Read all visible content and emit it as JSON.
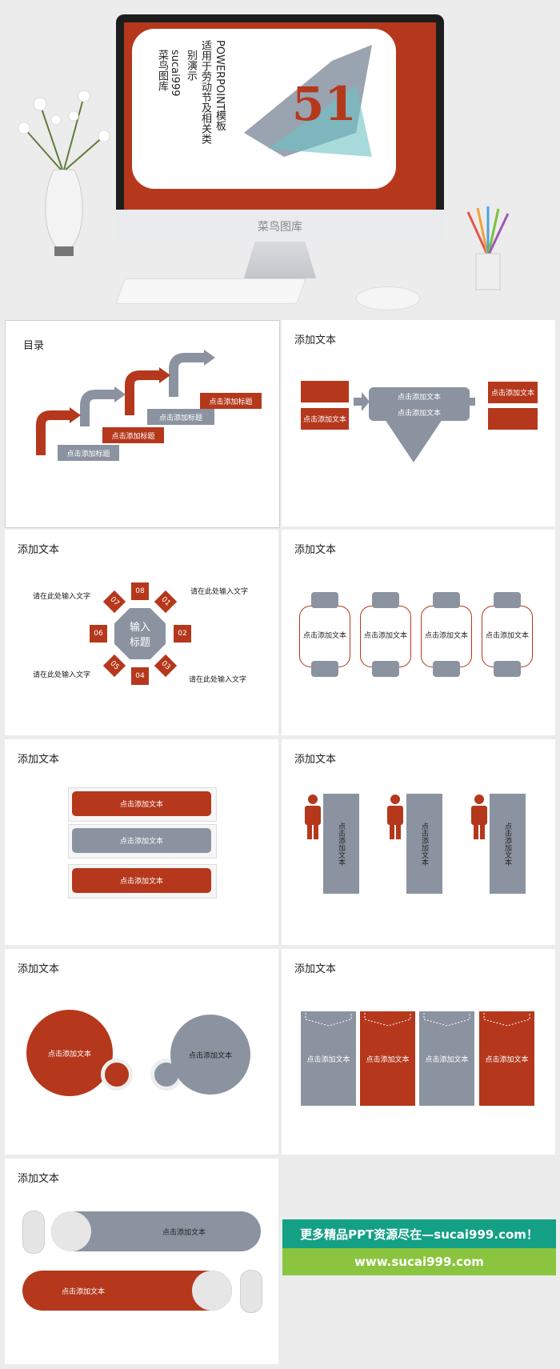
{
  "header": {
    "poster_title": "POWERPOINT模板",
    "poster_subtitle": "适用于劳动节及相关类",
    "poster_line3": "别演示",
    "poster_line4": "sucai999",
    "poster_line5": "菜鸟图库",
    "poster_number": "51",
    "monitor_brand": "菜鸟图库"
  },
  "watermark": "菜鸟图库",
  "slides": {
    "toc": {
      "title": "目录",
      "items": [
        "点击添加标题",
        "点击添加标题",
        "点击添加标题",
        "点击添加标题"
      ]
    },
    "s2": {
      "title": "添加文本",
      "left": [
        "",
        "点击添加文本"
      ],
      "center": [
        "点击添加文本",
        "点击添加文本"
      ],
      "right": [
        "点击添加文本",
        ""
      ]
    },
    "s3": {
      "title": "添加文本",
      "center": "输入\n标题",
      "numbers": [
        "08",
        "01",
        "02",
        "03",
        "04",
        "05",
        "06",
        "07"
      ],
      "notes": [
        "请在此处输入文字",
        "请在此处输入文字",
        "请在此处输入文字",
        "请在此处输入文字"
      ]
    },
    "s4": {
      "title": "添加文本",
      "items": [
        "点击添加文本",
        "点击添加文本",
        "点击添加文本",
        "点击添加文本"
      ]
    },
    "s5": {
      "title": "添加文本",
      "items": [
        "点击添加文本",
        "点击添加文本",
        "点击添加文本"
      ]
    },
    "s6": {
      "title": "添加文本",
      "items": [
        "点击添加文本",
        "点击添加文本",
        "点击添加文本"
      ]
    },
    "s7": {
      "title": "添加文本",
      "items": [
        "点击添加文本",
        "点击添加文本"
      ]
    },
    "s8": {
      "title": "添加文本",
      "items": [
        "点击添加文本",
        "点击添加文本",
        "点击添加文本",
        "点击添加文本"
      ]
    },
    "s9": {
      "title": "添加文本",
      "items": [
        "点击添加文本",
        "点击添加文本"
      ]
    }
  },
  "banner": {
    "line1": "更多精品PPT资源尽在—sucai999.com！",
    "line2": "www.sucai999.com"
  },
  "colors": {
    "accent": "#b5381c",
    "gray": "#8b93a0",
    "teal": "#13a084",
    "green": "#8bc53f"
  }
}
